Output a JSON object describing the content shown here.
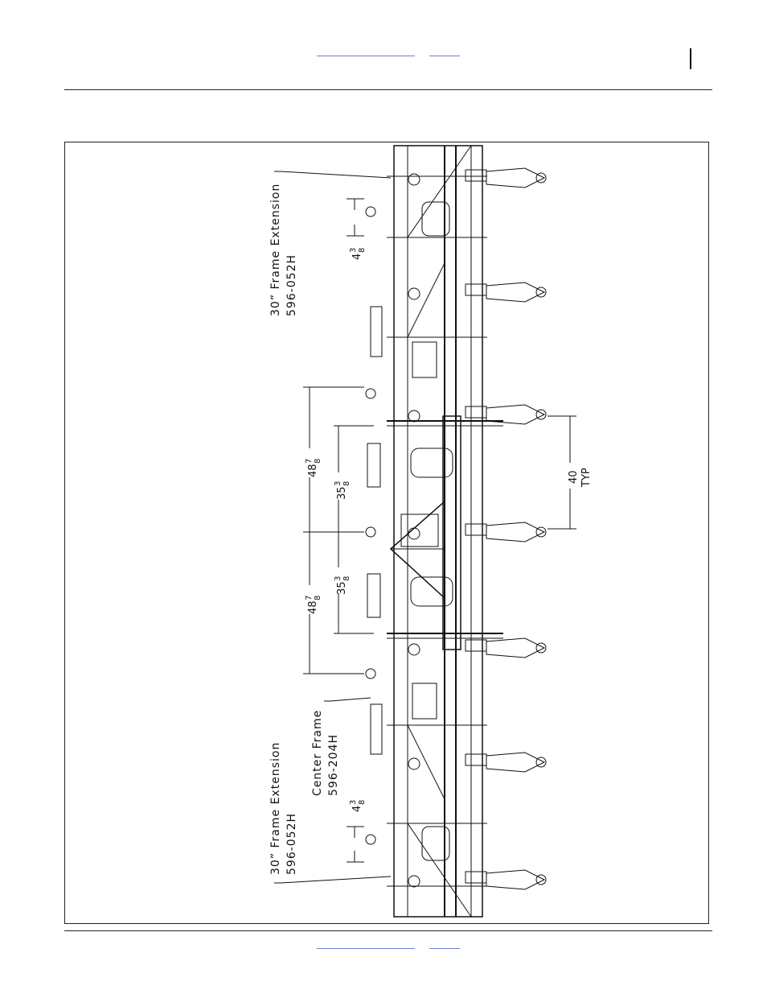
{
  "header": {
    "nav_link_1": "",
    "nav_link_2": ""
  },
  "footer": {
    "nav_link_1": "",
    "nav_link_2": ""
  },
  "figure": {
    "callouts": {
      "top_extension_line1": "30” Frame Extension",
      "top_extension_line2": "596-052H",
      "bottom_extension_line1": "30” Frame Extension",
      "bottom_extension_line2": "596-052H",
      "center_line1": "Center Frame",
      "center_line2": "596-204H"
    },
    "dimensions": {
      "top_spacing_whole": "4",
      "top_spacing_num": "3",
      "top_spacing_den": "8",
      "upper_long_whole": "48",
      "upper_long_num": "7",
      "upper_long_den": "8",
      "upper_short_whole": "35",
      "upper_short_num": "3",
      "upper_short_den": "8",
      "lower_long_whole": "48",
      "lower_long_num": "7",
      "lower_long_den": "8",
      "lower_short_whole": "35",
      "lower_short_num": "3",
      "lower_short_den": "8",
      "bottom_spacing_whole": "4",
      "bottom_spacing_num": "3",
      "bottom_spacing_den": "8",
      "row_spacing": "40",
      "row_spacing_note": "TYP"
    }
  }
}
